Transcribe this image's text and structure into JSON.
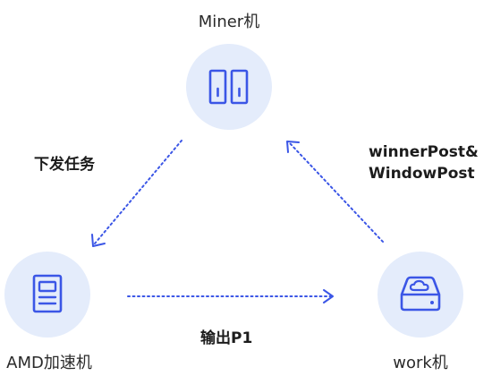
{
  "nodes": {
    "miner": {
      "label": "Miner机",
      "icon": "server-rack-icon"
    },
    "amd": {
      "label": "AMD加速机",
      "icon": "machine-panel-icon"
    },
    "work": {
      "label": "work机",
      "icon": "cloud-storage-drive-icon"
    }
  },
  "edges": {
    "miner_to_amd": {
      "label": "下发任务"
    },
    "amd_to_work": {
      "label": "输出P1"
    },
    "work_to_miner": {
      "label_lines": [
        "winnerPost&",
        "WindowPost"
      ]
    }
  },
  "colors": {
    "accent": "#3b56e6",
    "circle_fill": "#e4ecfb",
    "text": "#2a2a2a"
  }
}
